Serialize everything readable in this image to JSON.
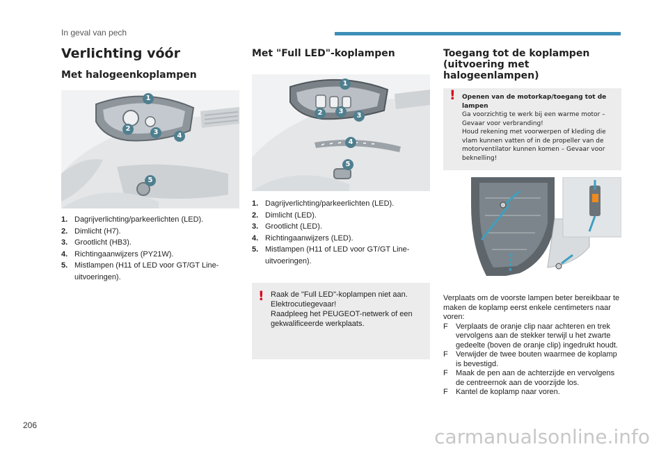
{
  "header": {
    "section": "In geval van pech"
  },
  "col1": {
    "title": "Verlichting vóór",
    "subtitle": "Met halogeenkoplampen",
    "callouts": [
      "1",
      "2",
      "3",
      "4",
      "5"
    ],
    "items": [
      {
        "num": "1.",
        "text": "Dagrijverlichting/parkeerlichten (LED)."
      },
      {
        "num": "2.",
        "text": "Dimlicht (H7)."
      },
      {
        "num": "3.",
        "text": "Grootlicht (HB3)."
      },
      {
        "num": "4.",
        "text": "Richtingaanwijzers (PY21W)."
      },
      {
        "num": "5.",
        "text": "Mistlampen (H11 of LED voor GT/GT Line-uitvoeringen)."
      }
    ]
  },
  "col2": {
    "subtitle": "Met \"Full LED\"-koplampen",
    "callouts": [
      "1",
      "2",
      "3",
      "3",
      "4",
      "5"
    ],
    "items": [
      {
        "num": "1.",
        "text": "Dagrijverlichting/parkeerlichten (LED)."
      },
      {
        "num": "2.",
        "text": "Dimlicht (LED)."
      },
      {
        "num": "3.",
        "text": "Grootlicht (LED)."
      },
      {
        "num": "4.",
        "text": "Richtingaanwijzers (LED)."
      },
      {
        "num": "5.",
        "text": "Mistlampen (H11 of LED voor GT/GT Line-uitvoeringen)."
      }
    ],
    "warning": {
      "mark": "!",
      "lines": [
        "Raak de \"Full LED\"-koplampen niet aan.",
        "Elektrocutiegevaar!",
        "Raadpleeg het PEUGEOT-netwerk of een gekwalificeerde werkplaats."
      ]
    }
  },
  "col3": {
    "subtitle_line1": "Toegang tot de koplampen",
    "subtitle_line2": "(uitvoering met halogeenlampen)",
    "warning": {
      "mark": "!",
      "title": "Openen van de motorkap/toegang tot de lampen",
      "lines": [
        "Ga voorzichtig te werk bij een warme motor – Gevaar voor verbranding!",
        "Houd rekening met voorwerpen of kleding die vlam kunnen vatten of in de propeller van de motorventilator kunnen komen – Gevaar voor beknelling!"
      ]
    },
    "intro": "Verplaats om de voorste lampen beter bereikbaar te maken de koplamp eerst enkele centimeters naar voren:",
    "steps": [
      {
        "bullet": "F",
        "text": "Verplaats de oranje clip naar achteren en trek vervolgens aan de stekker terwijl u het zwarte gedeelte (boven de oranje clip) ingedrukt houdt."
      },
      {
        "bullet": "F",
        "text": "Verwijder de twee bouten waarmee de koplamp is bevestigd."
      },
      {
        "bullet": "F",
        "text": "Maak de pen aan de achterzijde en vervolgens de centreernok aan de voorzijde los."
      },
      {
        "bullet": "F",
        "text": "Kantel de koplamp naar voren."
      }
    ]
  },
  "footer": {
    "page_number": "206",
    "watermark": "carmanualsonline.info"
  }
}
